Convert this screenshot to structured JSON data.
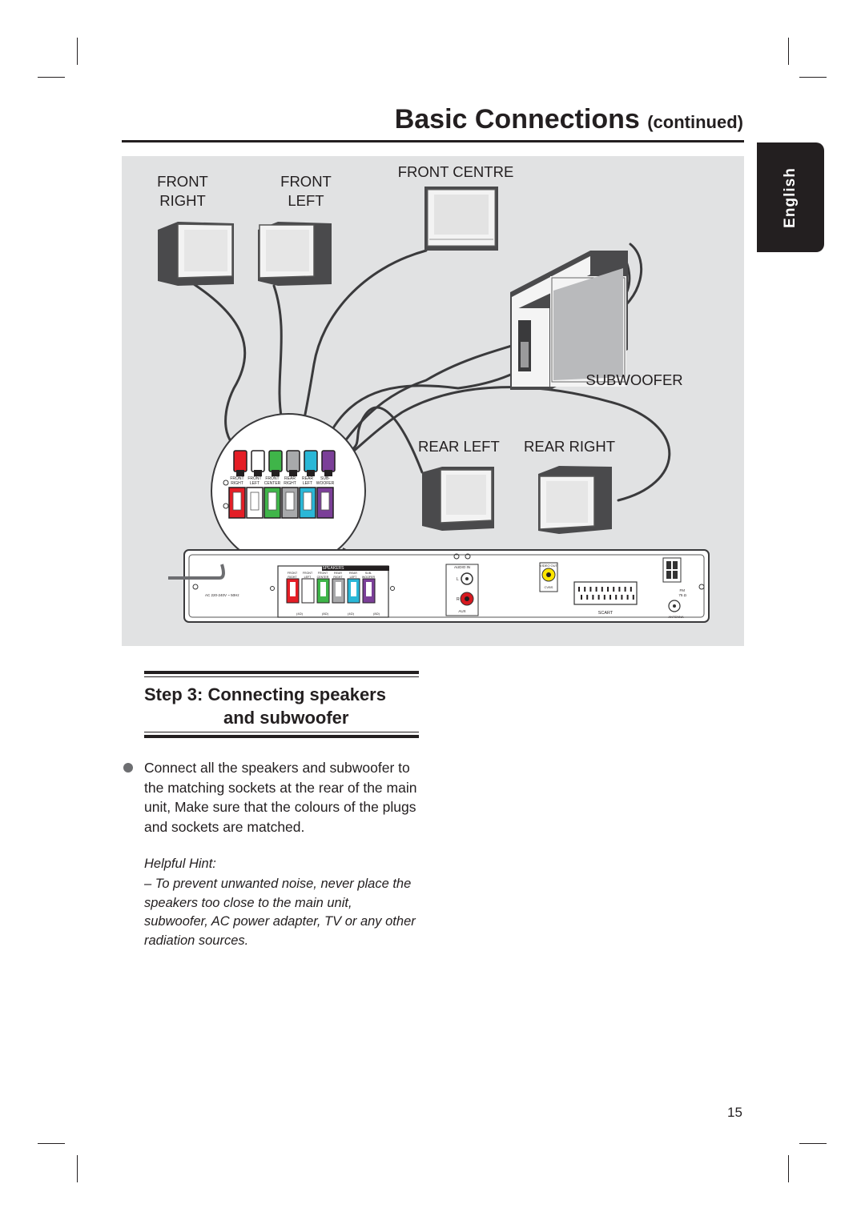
{
  "header": {
    "title": "Basic Connections",
    "title_suffix": "(continued)"
  },
  "side_tab": {
    "label": "English"
  },
  "figure": {
    "labels": {
      "front_right": "FRONT\nRIGHT",
      "front_left": "FRONT\nLEFT",
      "front_centre": "FRONT CENTRE",
      "subwoofer": "SUBWOOFER",
      "rear_left": "REAR LEFT",
      "rear_right": "REAR RIGHT"
    },
    "terminal_labels": [
      "FRONT\nRIGHT",
      "FRONT\nLEFT",
      "FRONT\nCENTER",
      "REAR\nRIGHT",
      "REAR\nLEFT",
      "SUB-\nWOOFER"
    ],
    "panel_text": {
      "speakers": "SPEAKERS",
      "ac": "AC 220-240V ~ 50Hz",
      "audio_in": "AUDIO IN",
      "aux": "AUX",
      "video_out": "VIDEO OUT",
      "cvbs": "CVBS",
      "scart": "SCART",
      "fm": "FM",
      "fm_ohm": "75 Ω",
      "antenna": "ANTENNA",
      "ch_l": "L",
      "ch_r": "R",
      "impedance": [
        "(4Ω)",
        "(8Ω)",
        "(4Ω)",
        "(8Ω)"
      ]
    },
    "colors": {
      "front_right": "#e41e26",
      "front_left": "#ffffff",
      "front_centre": "#3fb549",
      "rear_right": "#a8a9ab",
      "rear_left": "#2ab7d7",
      "subwoofer": "#7b3f98",
      "video_out": "#ffe600",
      "aux_r": "#d71920"
    }
  },
  "step": {
    "title_line1": "Step 3:  Connecting speakers",
    "title_line2": "and subwoofer"
  },
  "instructions": {
    "bullet": "Connect all the speakers and subwoofer to the matching sockets at the rear of the main unit, Make sure that the colours of the plugs and sockets are matched."
  },
  "hint": {
    "title": "Helpful Hint:",
    "text": "– To prevent unwanted noise, never place the speakers too close to the main unit, subwoofer, AC power adapter, TV or any other radiation sources."
  },
  "page_number": "15"
}
